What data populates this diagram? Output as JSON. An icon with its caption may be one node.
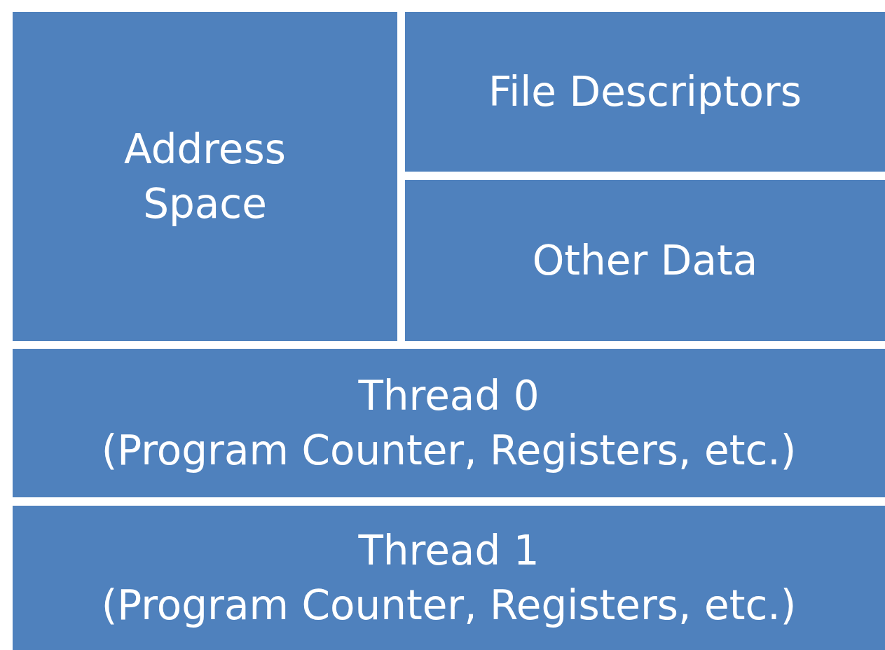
{
  "diagram": {
    "nodes": [
      {
        "text": [
          "Address Space"
        ]
      },
      {
        "text": [
          "File Descriptors"
        ]
      },
      {
        "text": [
          "Other Data"
        ]
      },
      {
        "text": [
          "Thread 0",
          "(Program Counter, Registers, etc.)"
        ]
      },
      {
        "text": [
          "Thread 1",
          "(Program Counter, Registers, etc.)"
        ]
      }
    ]
  }
}
